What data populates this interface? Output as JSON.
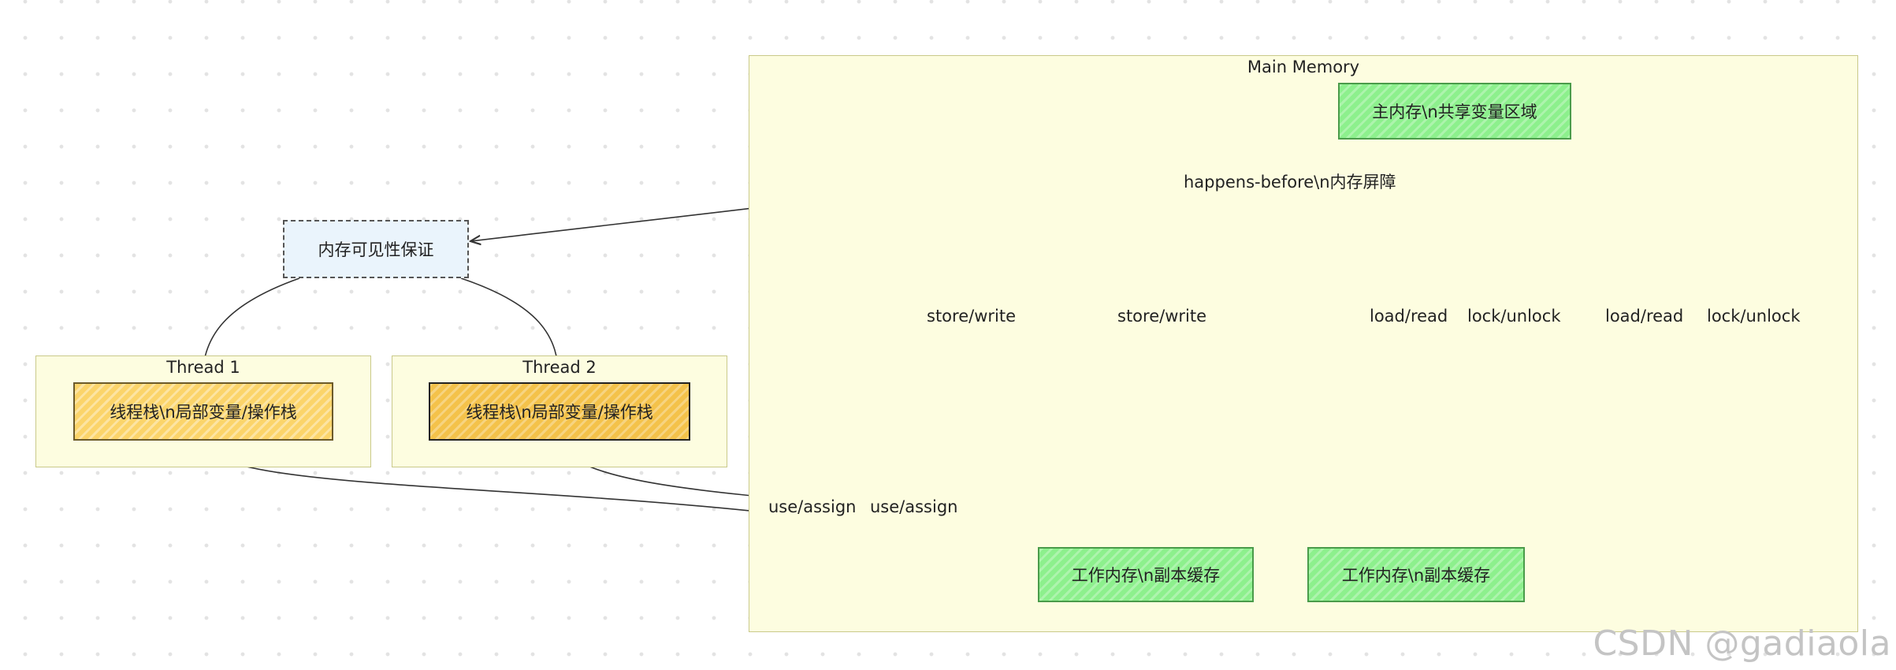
{
  "clusters": {
    "main_memory": "Main Memory",
    "thread1": "Thread 1",
    "thread2": "Thread 2"
  },
  "nodes": {
    "main_mem": "主内存\\n共享变量区域",
    "work_mem_1": "工作内存\\n副本缓存",
    "work_mem_2": "工作内存\\n副本缓存",
    "thread_stack_1": "线程栈\\n局部变量/操作栈",
    "thread_stack_2": "线程栈\\n局部变量/操作栈",
    "visibility": "内存可见性保证"
  },
  "edge_labels": {
    "happens_before": "happens-before\\n内存屏障",
    "store_write_1": "store/write",
    "store_write_2": "store/write",
    "load_read_1": "load/read",
    "lock_unlock_1": "lock/unlock",
    "load_read_2": "load/read",
    "lock_unlock_2": "lock/unlock",
    "use_assign_1": "use/assign",
    "use_assign_2": "use/assign"
  },
  "watermark": "CSDN @gadiaola",
  "colors": {
    "cluster_fill": "#fdfde0",
    "node_green": "#8df08d",
    "node_orange": "#fbd46a",
    "node_visibility": "#eaf4fc",
    "edge": "#333333"
  }
}
